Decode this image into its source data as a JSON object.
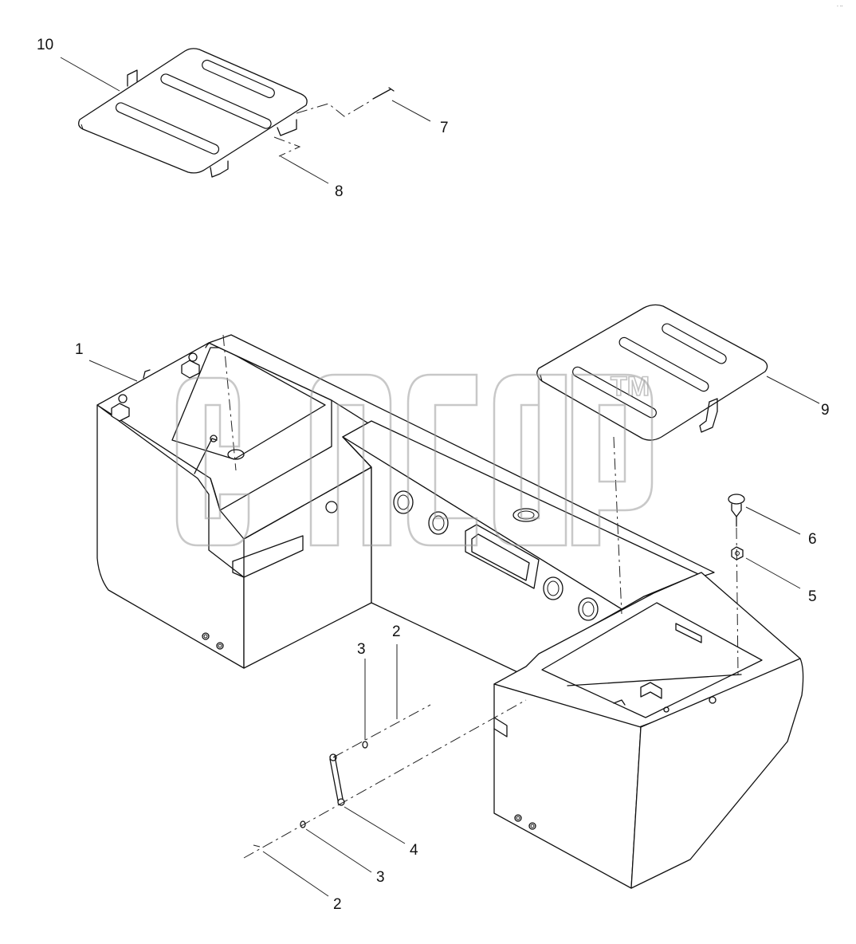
{
  "diagram": {
    "callouts": [
      {
        "id": "c10",
        "label": "10"
      },
      {
        "id": "c7",
        "label": "7"
      },
      {
        "id": "c8",
        "label": "8"
      },
      {
        "id": "c1",
        "label": "1"
      },
      {
        "id": "c9",
        "label": "9"
      },
      {
        "id": "c6",
        "label": "6"
      },
      {
        "id": "c5",
        "label": "5"
      },
      {
        "id": "c3a",
        "label": "3"
      },
      {
        "id": "c2a",
        "label": "2"
      },
      {
        "id": "c4",
        "label": "4"
      },
      {
        "id": "c3b",
        "label": "3"
      },
      {
        "id": "c2b",
        "label": "2"
      }
    ],
    "watermark": {
      "tm": "TM"
    }
  }
}
